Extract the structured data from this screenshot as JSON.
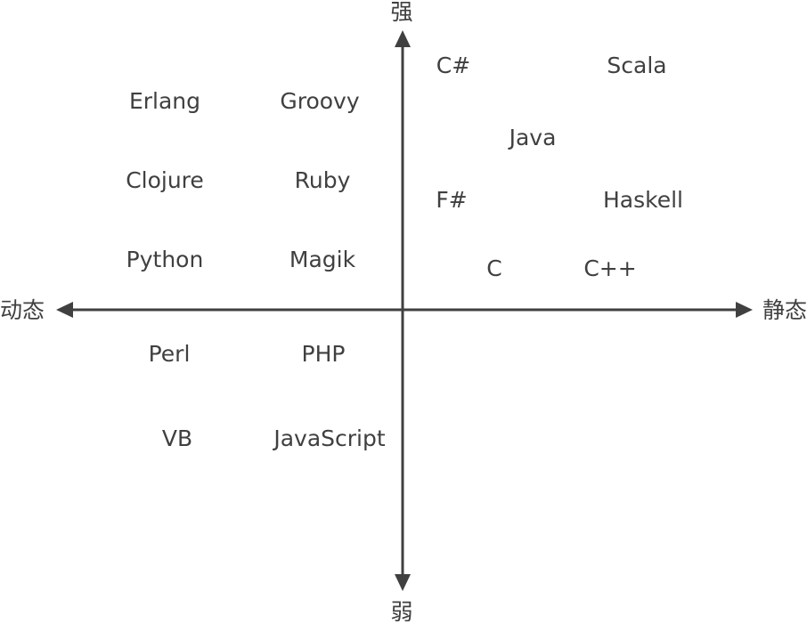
{
  "axes": {
    "top_label": "强",
    "bottom_label": "弱",
    "left_label": "动态",
    "right_label": "静态"
  },
  "languages": {
    "csharp": "C#",
    "scala": "Scala",
    "erlang": "Erlang",
    "groovy": "Groovy",
    "java": "Java",
    "clojure": "Clojure",
    "ruby": "Ruby",
    "fsharp": "F#",
    "haskell": "Haskell",
    "python": "Python",
    "magik": "Magik",
    "c": "C",
    "cpp": "C++",
    "perl": "Perl",
    "php": "PHP",
    "vb": "VB",
    "javascript": "JavaScript"
  }
}
